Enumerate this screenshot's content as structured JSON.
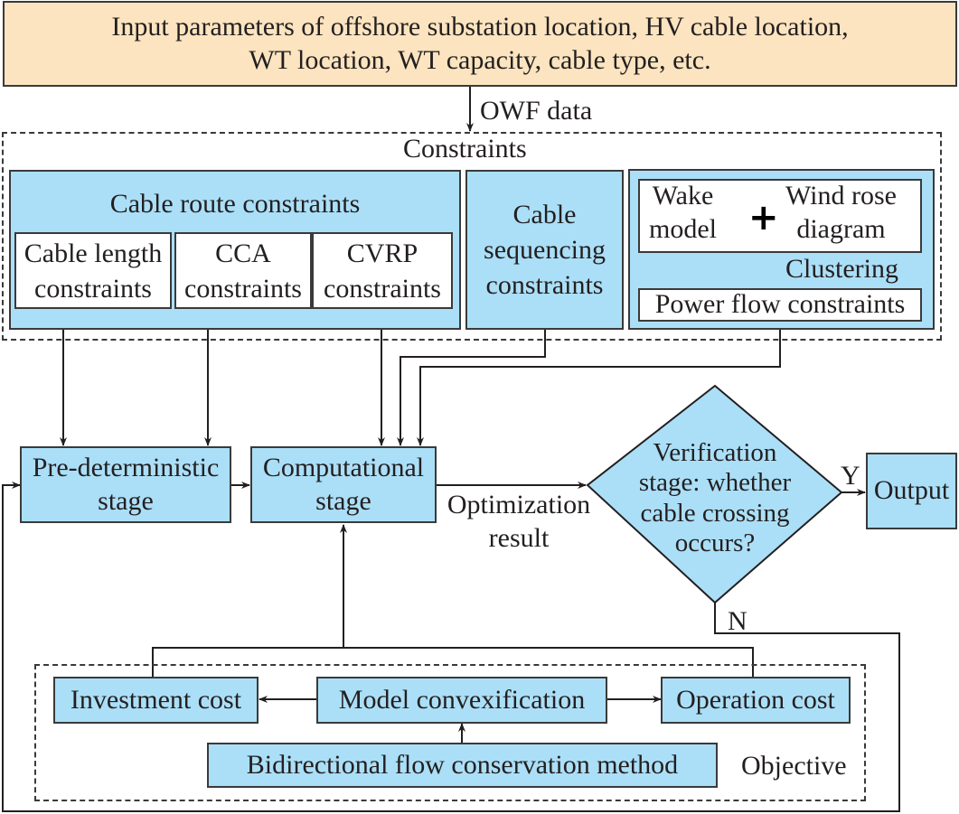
{
  "input": {
    "text": "Input parameters of offshore substation location, HV cable location,\nWT location, WT capacity, cable type, etc."
  },
  "edge_labels": {
    "owf_data": "OWF data",
    "clustering": "Clustering",
    "optimization_result": "Optimization\nresult",
    "yes": "Y",
    "no": "N"
  },
  "constraints": {
    "title": "Constraints",
    "cable_route": {
      "title": "Cable route constraints",
      "items": [
        "Cable length\nconstraints",
        "CCA\nconstraints",
        "CVRP\nconstraints"
      ]
    },
    "cable_sequencing": "Cable\nsequencing\nconstraints",
    "wake_model": "Wake\nmodel",
    "plus_symbol": "+",
    "wind_rose": "Wind rose\ndiagram",
    "power_flow": "Power flow constraints"
  },
  "stages": {
    "pre_deterministic": "Pre-deterministic\nstage",
    "computational": "Computational\nstage",
    "verification": "Verification\nstage: whether\ncable crossing\noccurs?",
    "output": "Output"
  },
  "objective": {
    "title": "Objective",
    "investment_cost": "Investment cost",
    "model_convexification": "Model convexification",
    "operation_cost": "Operation cost",
    "bidirectional_flow": "Bidirectional flow conservation method"
  },
  "colors": {
    "box_blue": "#abdff7",
    "input_tan": "#fbe4bf",
    "line": "#231f20"
  }
}
